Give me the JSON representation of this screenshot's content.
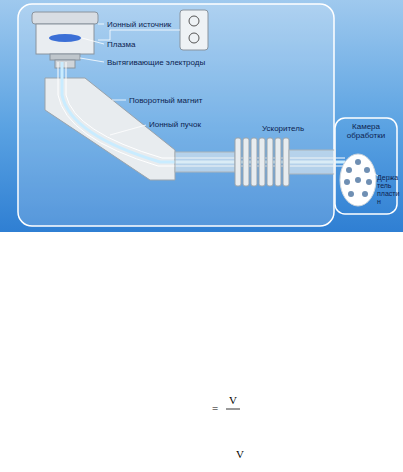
{
  "diagram": {
    "nodes": [
      {
        "text": [
          "Камера обработки"
        ]
      }
    ],
    "labels": [
      "Ионный источник",
      "Плазма",
      "Вытягивающие электроды",
      "Поворотный магнит",
      "Ионный пучок",
      "Ускоритель",
      "Держатель пластин",
      "=",
      "V",
      "V"
    ]
  }
}
